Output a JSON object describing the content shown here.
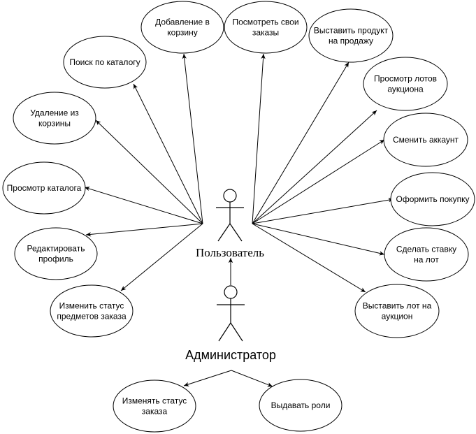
{
  "actors": {
    "user": {
      "label": "Пользователь"
    },
    "admin": {
      "label": "Администратор"
    }
  },
  "use_cases": [
    {
      "id": "add-to-cart",
      "lines": [
        "Добавление в",
        "корзину"
      ]
    },
    {
      "id": "view-orders",
      "lines": [
        "Посмотреть свои",
        "заказы"
      ]
    },
    {
      "id": "sell-product",
      "lines": [
        "Выставить продукт",
        "на продажу"
      ]
    },
    {
      "id": "catalog-search",
      "lines": [
        "Поиск по каталогу"
      ]
    },
    {
      "id": "view-auction-lots",
      "lines": [
        "Просмотр лотов",
        "аукциона"
      ]
    },
    {
      "id": "remove-from-cart",
      "lines": [
        "Удаление из",
        "корзины"
      ]
    },
    {
      "id": "switch-account",
      "lines": [
        "Сменить аккаунт"
      ]
    },
    {
      "id": "view-catalog",
      "lines": [
        "Просмотр каталога"
      ]
    },
    {
      "id": "checkout",
      "lines": [
        "Оформить покупку"
      ]
    },
    {
      "id": "edit-profile",
      "lines": [
        "Редактировать",
        "профиль"
      ]
    },
    {
      "id": "place-bid",
      "lines": [
        "Сделать ставку",
        "на лот"
      ]
    },
    {
      "id": "change-order-status",
      "lines": [
        "Изменить статус",
        "предметов заказа"
      ]
    },
    {
      "id": "auction-lot",
      "lines": [
        "Выставить лот на",
        "аукцион"
      ]
    },
    {
      "id": "change-status",
      "lines": [
        "Изменять статус",
        "заказа"
      ]
    },
    {
      "id": "grant-roles",
      "lines": [
        "Выдавать роли"
      ]
    }
  ]
}
